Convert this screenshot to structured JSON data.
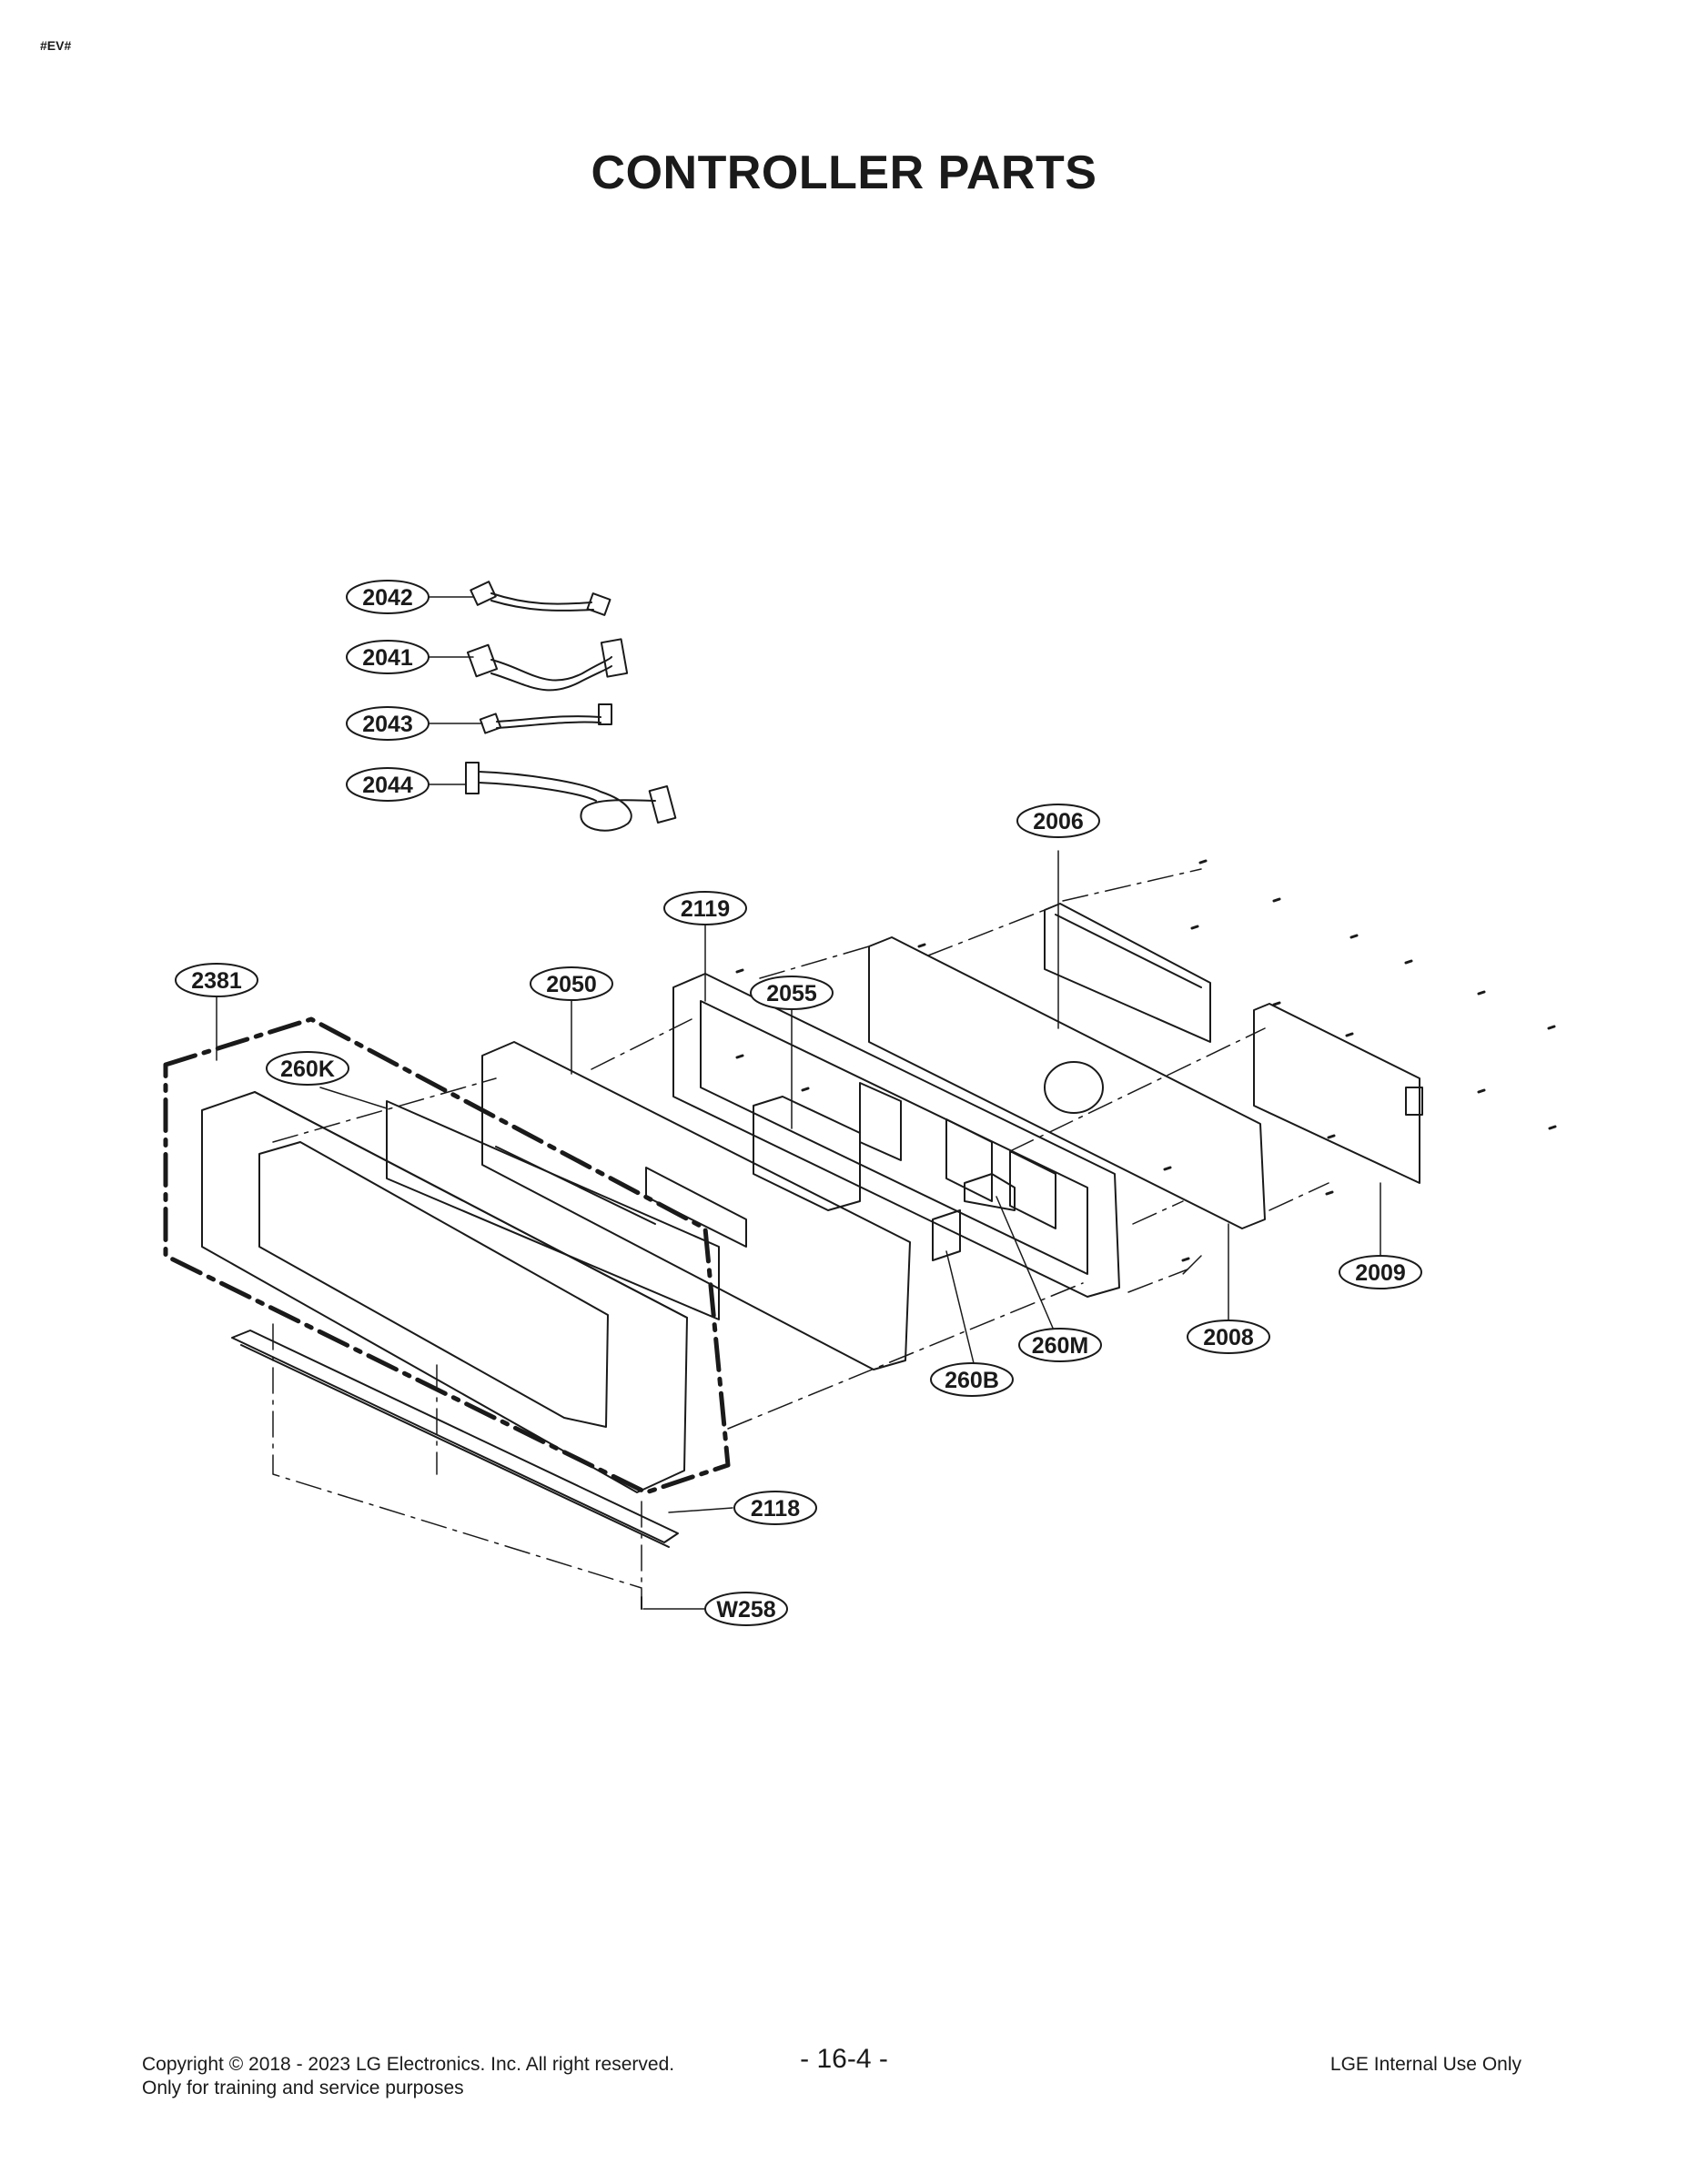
{
  "header": {
    "mark": "#EV#",
    "title": "CONTROLLER PARTS"
  },
  "callouts": [
    {
      "id": "c2042",
      "label": "2042"
    },
    {
      "id": "c2041",
      "label": "2041"
    },
    {
      "id": "c2043",
      "label": "2043"
    },
    {
      "id": "c2044",
      "label": "2044"
    },
    {
      "id": "c2006",
      "label": "2006"
    },
    {
      "id": "c2119",
      "label": "2119"
    },
    {
      "id": "c2381",
      "label": "2381"
    },
    {
      "id": "c2050",
      "label": "2050"
    },
    {
      "id": "c2055",
      "label": "2055"
    },
    {
      "id": "c260K",
      "label": "260K"
    },
    {
      "id": "c2009",
      "label": "2009"
    },
    {
      "id": "c2008",
      "label": "2008"
    },
    {
      "id": "c260M",
      "label": "260M"
    },
    {
      "id": "c260B",
      "label": "260B"
    },
    {
      "id": "c2118",
      "label": "2118"
    },
    {
      "id": "cW258",
      "label": "W258"
    }
  ],
  "footer": {
    "copyright": "Copyright © 2018 - 2023 LG Electronics. Inc. All right reserved.",
    "note": "Only for training and service purposes",
    "page": "- 16-4 -",
    "internal": "LGE Internal Use Only"
  }
}
